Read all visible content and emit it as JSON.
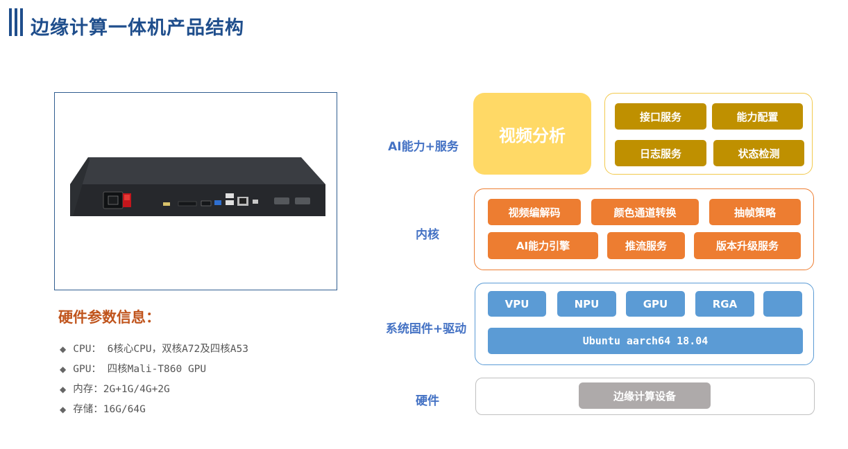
{
  "header": {
    "title": "边缘计算一体机产品结构"
  },
  "hardware_info": {
    "title": "硬件参数信息：",
    "specs": [
      "CPU： 6核心CPU，双核A72及四核A53",
      "GPU： 四核Mali-T860 GPU",
      "内存：2G+1G/4G+2G",
      "存储：16G/64G"
    ]
  },
  "layers": {
    "ai_service": {
      "label": "AI能力+服务",
      "main": "视频分析",
      "items": [
        "接口服务",
        "能力配置",
        "日志服务",
        "状态检测"
      ]
    },
    "kernel": {
      "label": "内核",
      "items": [
        "视频编解码",
        "颜色通道转换",
        "抽帧策略",
        "AI能力引擎",
        "推流服务",
        "版本升级服务"
      ]
    },
    "firmware": {
      "label": "系统固件+驱动",
      "items": [
        "VPU",
        "NPU",
        "GPU",
        "RGA",
        ""
      ],
      "os": "Ubuntu aarch64 18.04"
    },
    "hardware": {
      "label": "硬件",
      "device": "边缘计算设备"
    }
  },
  "colors": {
    "title_blue": "#1f4e8c",
    "label_blue": "#4472c4",
    "ai_gold": "#bf9000",
    "video_yellow": "#ffd966",
    "kernel_orange": "#ed7d31",
    "firmware_blue": "#5b9bd5",
    "hardware_gray": "#aeaaaa",
    "hw_title_orange": "#c0541c"
  }
}
